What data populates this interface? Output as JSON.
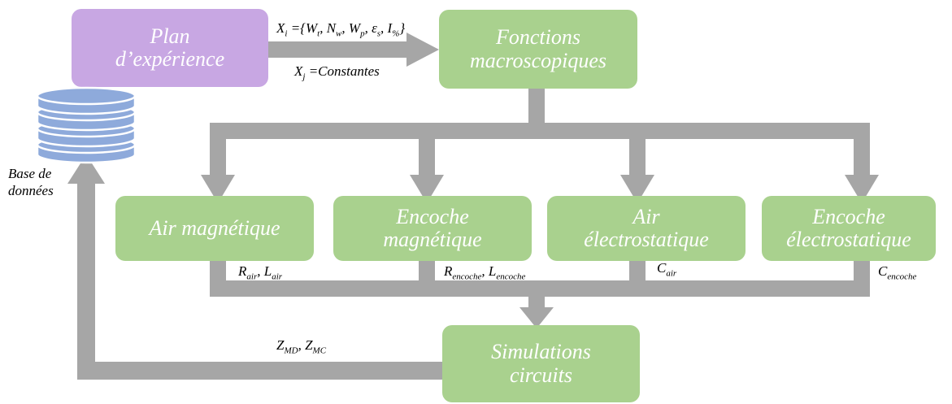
{
  "boxes": {
    "plan": {
      "line1": "Plan",
      "line2": "d’expérience",
      "color": "#c8a7e3"
    },
    "fonctions": {
      "line1": "Fonctions",
      "line2": "macroscopiques",
      "color": "#a9d18e"
    },
    "air_mag": {
      "line1": "Air magnétique"
    },
    "enc_mag": {
      "line1": "Encoche",
      "line2": "magnétique"
    },
    "air_elec": {
      "line1": "Air",
      "line2": "électrostatique"
    },
    "enc_elec": {
      "line1": "Encoche",
      "line2": "électrostatique"
    },
    "sim": {
      "line1": "Simulations",
      "line2": "circuits"
    }
  },
  "database": {
    "line1": "Base de",
    "line2": "données",
    "icon": "database-icon",
    "color": "#8eaadb"
  },
  "labels": {
    "xi": {
      "base": "X",
      "sub": "i",
      "text": " ={W",
      "w1_sub": "t",
      "nw": ", N",
      "nw_sub": "w",
      "wp": ", W",
      "wp_sub": "p",
      "eps": ", ε",
      "eps_sub": "s",
      "i": ", I",
      "i_sub": "%",
      "end": "}"
    },
    "xj": {
      "base": "X",
      "sub": "j",
      "text": " =Constantes"
    },
    "r_air": {
      "r": "R",
      "r_sub": "air",
      "l": ", L",
      "l_sub": "air"
    },
    "r_enc": {
      "r": "R",
      "r_sub": "encoche",
      "l": ", L",
      "l_sub": "encoche"
    },
    "c_air": {
      "c": "C",
      "c_sub": "air"
    },
    "c_enc": {
      "c": "C",
      "c_sub": "encoche"
    },
    "z": {
      "z1": "Z",
      "z1_sub": "MD",
      "z2": ", Z",
      "z2_sub": "MC"
    }
  },
  "arrow_color": "#a6a6a6"
}
